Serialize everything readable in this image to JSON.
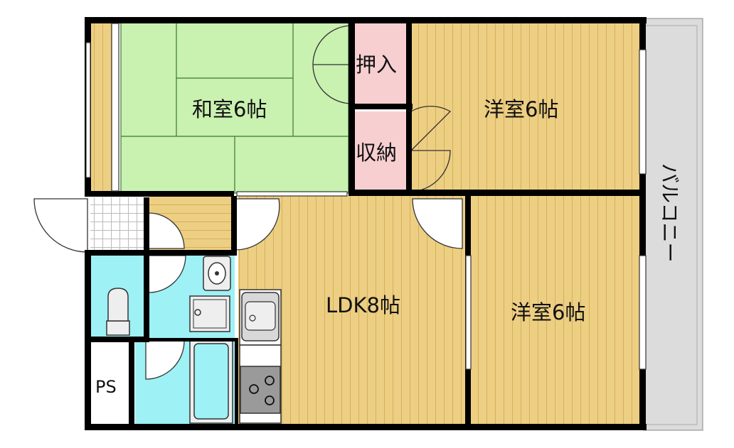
{
  "rooms": {
    "washitsu": "和室6帖",
    "youshitsu_top": "洋室6帖",
    "youshitsu_bottom": "洋室6帖",
    "ldk": "LDK8帖",
    "oshiire": "押入",
    "shuno": "収納",
    "ps": "PS",
    "balcony": "バルコニー"
  },
  "colors": {
    "wood": "#EDCF83",
    "wood_line": "#D9B35C",
    "tatami": "#C9F1B0",
    "tatami_line": "#3A7A2E",
    "storage": "#F7CFD1",
    "wet_area": "#9EF1F5",
    "wall": "#000000",
    "balcony": "#DCDCDC",
    "fixture": "#CCCCCC"
  }
}
